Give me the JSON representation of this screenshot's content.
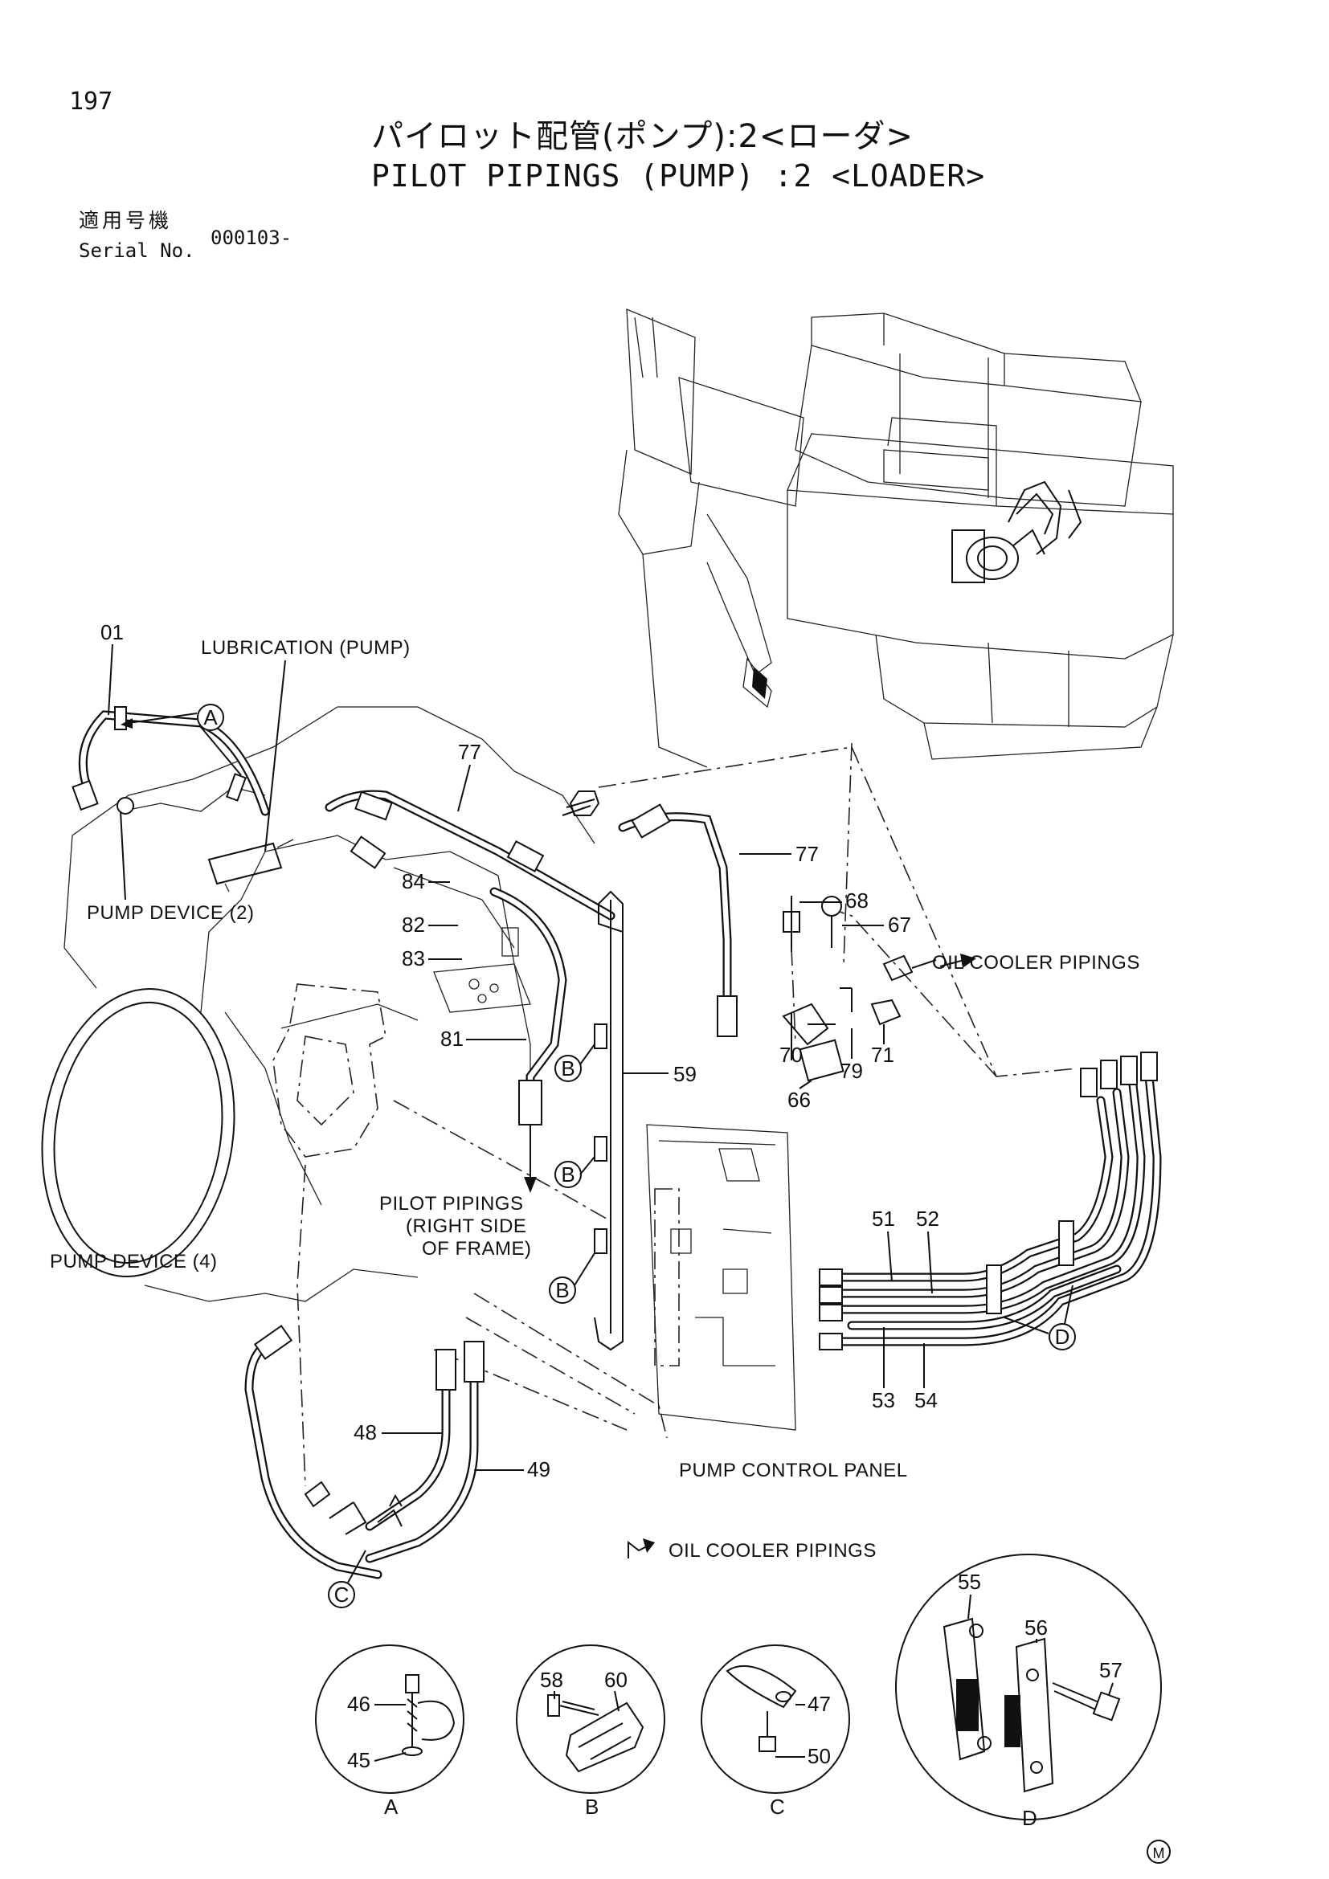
{
  "page": {
    "number": "197"
  },
  "title": {
    "japanese": "パイロット配管(ポンプ):2<ローダ>",
    "english": "PILOT PIPINGS (PUMP) :2 <LOADER>"
  },
  "serial": {
    "label_japanese": "適用号機",
    "label_english": "Serial No.",
    "value": "000103-"
  },
  "labels": {
    "lubrication_pump": "LUBRICATION (PUMP)",
    "pump_device_2": "PUMP DEVICE (2)",
    "pump_device_4": "PUMP DEVICE (4)",
    "oil_cooler_pipings_1": "OIL COOLER PIPINGS",
    "oil_cooler_pipings_2": "OIL COOLER PIPINGS",
    "pilot_pipings_line1": "PILOT PIPINGS",
    "pilot_pipings_line2": "(RIGHT SIDE",
    "pilot_pipings_line3": "OF FRAME)",
    "pump_control_panel": "PUMP CONTROL PANEL"
  },
  "callouts": {
    "A": "A",
    "B": "B",
    "C": "C",
    "D": "D"
  },
  "parts": {
    "p01": "01",
    "p77a": "77",
    "p77b": "77",
    "p84": "84",
    "p82": "82",
    "p83": "83",
    "p81": "81",
    "p68": "68",
    "p67": "67",
    "p70": "70",
    "p71": "71",
    "p79": "79",
    "p66": "66",
    "p59": "59",
    "p51": "51",
    "p52": "52",
    "p53": "53",
    "p54": "54",
    "p48": "48",
    "p49": "49",
    "p46": "46",
    "p45": "45",
    "p58": "58",
    "p60": "60",
    "p47": "47",
    "p50": "50",
    "p55": "55",
    "p56": "56",
    "p57": "57"
  },
  "details": {
    "a": "A",
    "b": "B",
    "c": "C",
    "d": "D"
  },
  "mark": "M"
}
